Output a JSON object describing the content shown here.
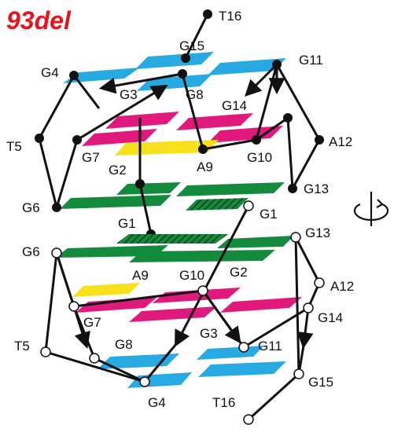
{
  "title": "93del",
  "colors": {
    "cyan": "#27a9e1",
    "magenta": "#e0197d",
    "yellow": "#f7e01c",
    "green": "#148a3c",
    "line": "#111111",
    "title": "#e8141c"
  },
  "labels": {
    "upper": {
      "t16": "T16",
      "g15": "G15",
      "g4": "G4",
      "g11": "G11",
      "g3": "G3",
      "g8": "G8",
      "g14": "G14",
      "t5": "T5",
      "g7": "G7",
      "a12": "A12",
      "g2": "G2",
      "g10": "G10",
      "a9": "A9",
      "g6": "G6",
      "g13": "G13",
      "g1": "G1"
    },
    "lower": {
      "g1": "G1",
      "g6": "G6",
      "g13": "G13",
      "a9": "A9",
      "g10": "G10",
      "g2": "G2",
      "a12": "A12",
      "g7": "G7",
      "g14": "G14",
      "t5": "T5",
      "g8": "G8",
      "g3": "G3",
      "g11": "G11",
      "g15": "G15",
      "g4": "G4",
      "t16": "T16"
    }
  },
  "rotation_icon": "rotation-arrow-icon"
}
